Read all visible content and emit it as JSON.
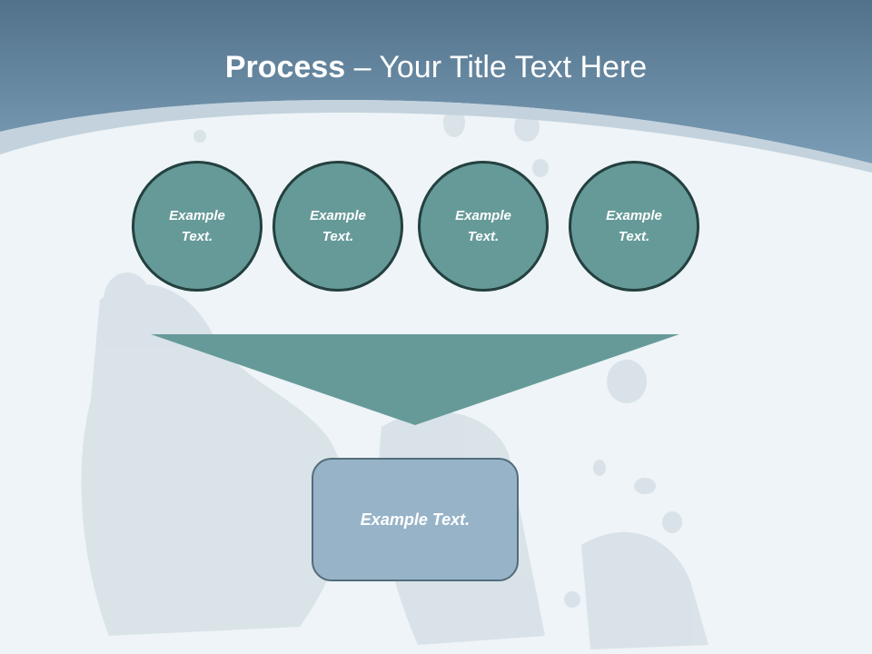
{
  "slide": {
    "title_bold": "Process",
    "title_rest": " – Your Title Text Here"
  },
  "steps": [
    {
      "label": "Example Text."
    },
    {
      "label": "Example Text."
    },
    {
      "label": "Example Text."
    },
    {
      "label": "Example Text."
    }
  ],
  "result": {
    "label": "Example Text."
  },
  "colors": {
    "header_blue": "#6a8fa9",
    "step_fill": "#669a99",
    "step_border": "#23403f",
    "funnel_fill": "#669a99",
    "result_fill": "#97b3c8",
    "result_border": "#526c7a"
  }
}
